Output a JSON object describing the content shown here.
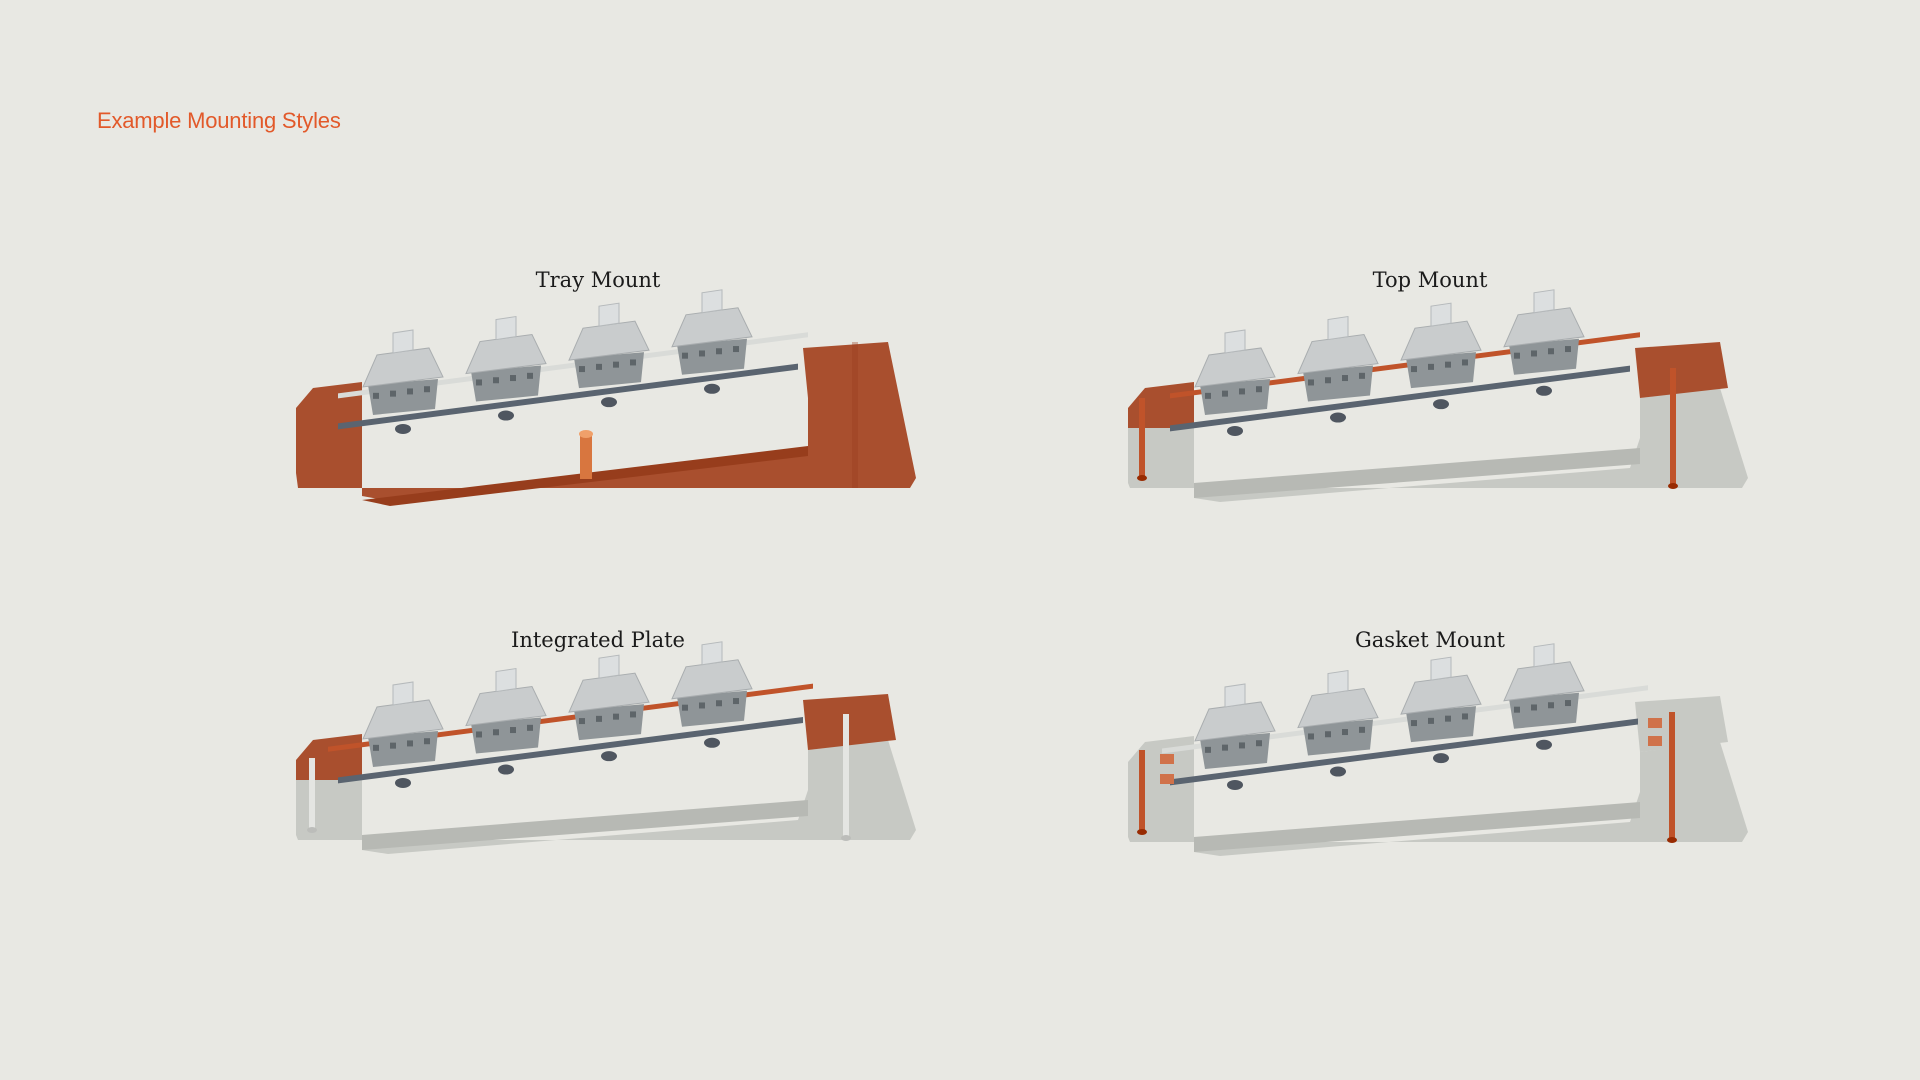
{
  "page": {
    "heading": "Example Mounting Styles",
    "accent_color": "#e2592a",
    "background_color": "#e8e8e3"
  },
  "colors": {
    "copper_case": "#a94f2e",
    "grey_case": "#c7c9c4",
    "switch_housing": "#c9cccd",
    "stem": "#dcdfe0",
    "pcb": "#5a6470",
    "plate": "#d9dbd8",
    "copper_plate": "#c0532a",
    "gasket": "#d0724a"
  },
  "panels": [
    {
      "id": "tray",
      "title": "Tray Mount",
      "case_color": "copper_case",
      "plate_color": "plate",
      "mount_style": "standoff under PCB"
    },
    {
      "id": "top",
      "title": "Top Mount",
      "case_color": "grey_case",
      "plate_color": "copper_plate",
      "mount_style": "plate screwed to top case"
    },
    {
      "id": "integrated",
      "title": "Integrated Plate",
      "case_color": "grey_case",
      "plate_color": "copper_plate",
      "mount_style": "plate integrated with top case"
    },
    {
      "id": "gasket",
      "title": "Gasket Mount",
      "case_color": "grey_case",
      "plate_color": "plate",
      "mount_style": "plate held by gaskets"
    }
  ]
}
